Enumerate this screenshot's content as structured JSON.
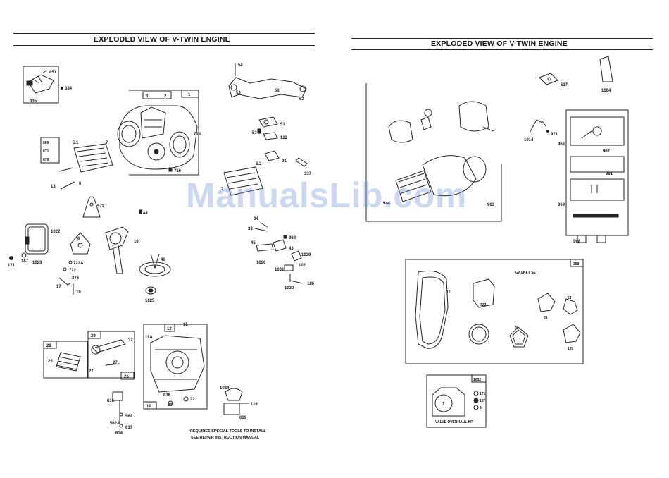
{
  "pages": [
    {
      "title": "EXPLODED VIEW OF V-TWIN ENGINE"
    },
    {
      "title": "EXPLODED VIEW OF V-TWIN ENGINE"
    }
  ],
  "left": {
    "part_labels": {
      "p851": "851",
      "p334": "334",
      "p335": "335",
      "p1": "1",
      "p3": "3",
      "p2": "2",
      "p718": "718",
      "p716": "716",
      "p51a": "5.1",
      "p7": "7",
      "p869": "869",
      "p871": "871",
      "p870": "870",
      "p13": "13",
      "p6": "6",
      "p54": "54",
      "p53": "53",
      "p56": "56",
      "p52": "52",
      "p51": "51",
      "p122": "122",
      "p91": "91",
      "p337": "337",
      "p52b": "5.2",
      "p572": "572",
      "p84": "84",
      "p1022": "1022",
      "p171": "171",
      "p167": "167",
      "p1023": "1023",
      "p6b": "6",
      "p722a": "722A",
      "p722": "722",
      "p376": "376",
      "p17": "17",
      "p19": "19",
      "p16": "16",
      "p46": "46",
      "p1025": "1025",
      "p34": "34",
      "p33": "33",
      "p968": "968",
      "p45": "45",
      "p43": "43",
      "p1026": "1026",
      "p1029": "1029",
      "p102": "102",
      "p1031": "1031",
      "p1030": "1030",
      "p186": "186",
      "p28": "28",
      "p29": "29",
      "p32": "32",
      "p27a": "27",
      "p27b": "27",
      "p26": "26",
      "p25": "25",
      "p12": "12",
      "p11a": "11A",
      "p15": "15",
      "p10": "10",
      "p836": "836",
      "p20": "20",
      "p22": "22",
      "p616": "616",
      "p562": "562",
      "p562a": "562A",
      "p617": "617",
      "p614": "614",
      "p1024": "1024",
      "p116": "116",
      "p619": "619"
    },
    "note_line1": "•REQUIRES SPECIAL TOOLS TO INSTALL",
    "note_line2": "SEE REPAIR INSTRUCTION MANUAL"
  },
  "right": {
    "part_labels": {
      "p537": "537",
      "p1004": "1004",
      "p1014": "1014",
      "p971": "971",
      "p966": "966",
      "p967": "967",
      "p991": "991",
      "p969": "969",
      "p968": "968",
      "p944": "944",
      "p963": "963"
    },
    "gasket_set_label": "GASKET SET",
    "gasket_set_number": "358",
    "gasket_labels": {
      "p12": "12",
      "p322": "322",
      "p9": "9",
      "p51": "51",
      "p53": "53",
      "p137": "137"
    },
    "overhaul_kit_number": "1032",
    "overhaul_kit_label": "VALVE OVERHAUL KIT",
    "overhaul_labels": {
      "p171": "171",
      "p167": "167",
      "p6": "6",
      "p7": "7"
    }
  },
  "watermark": "ManualsLib.com"
}
